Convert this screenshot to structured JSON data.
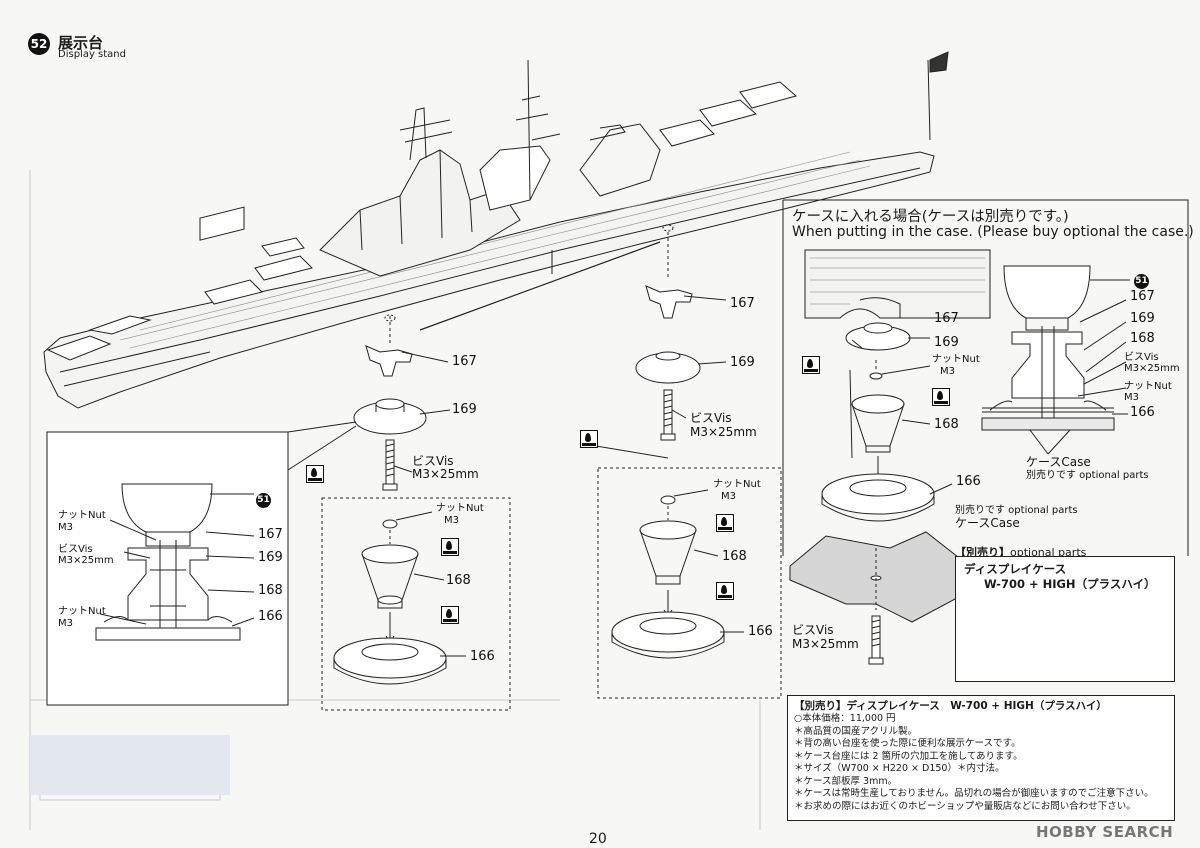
{
  "step": {
    "number": "52",
    "title": "展示台",
    "subtitle": "Display stand"
  },
  "parts": {
    "p51": "51",
    "p167": "167",
    "p169": "169",
    "p168": "168",
    "p166": "166"
  },
  "labels": {
    "nut_jp_en": "ナットNut",
    "m3": "M3",
    "vis_jp_en": "ビスVis",
    "m3x25": "M3×25mm",
    "case_jp_en": "ケースCase",
    "sold_separately_optional": "別売りです optional parts",
    "sold_separately_case_line": "別売りです optional parts",
    "case_case": "ケースCase"
  },
  "case_section": {
    "heading_jp": "ケースに入れる場合(ケースは別売りです。)",
    "heading_en": "When putting in the case. (Please buy optional the case.)"
  },
  "optional": {
    "label_jp": "【別売り】",
    "label_en": "optional parts",
    "name_jp": "ディスプレイケース",
    "name_model": "W-700 + HIGH（プラスハイ）"
  },
  "notes": {
    "title": "【別売り】ディスプレイケース　W-700 + HIGH（プラスハイ）",
    "lines": [
      "○本体価格：11,000 円",
      "＊高品質の国産アクリル製。",
      "＊背の高い台座を使った際に便利な展示ケースです。",
      "＊ケース台座には 2 箇所の穴加工を施してあります。",
      "＊サイズ（W700 × H220 × D150）＊内寸法。",
      "＊ケース部板厚 3mm。",
      "＊ケースは常時生産しておりません。品切れの場合が御座いますのでご注意下さい。",
      "＊お求めの際にはお近くのホビーショップや量販店などにお問い合わせ下さい。"
    ]
  },
  "page_number": "20",
  "watermark": "HOBBY SEARCH"
}
